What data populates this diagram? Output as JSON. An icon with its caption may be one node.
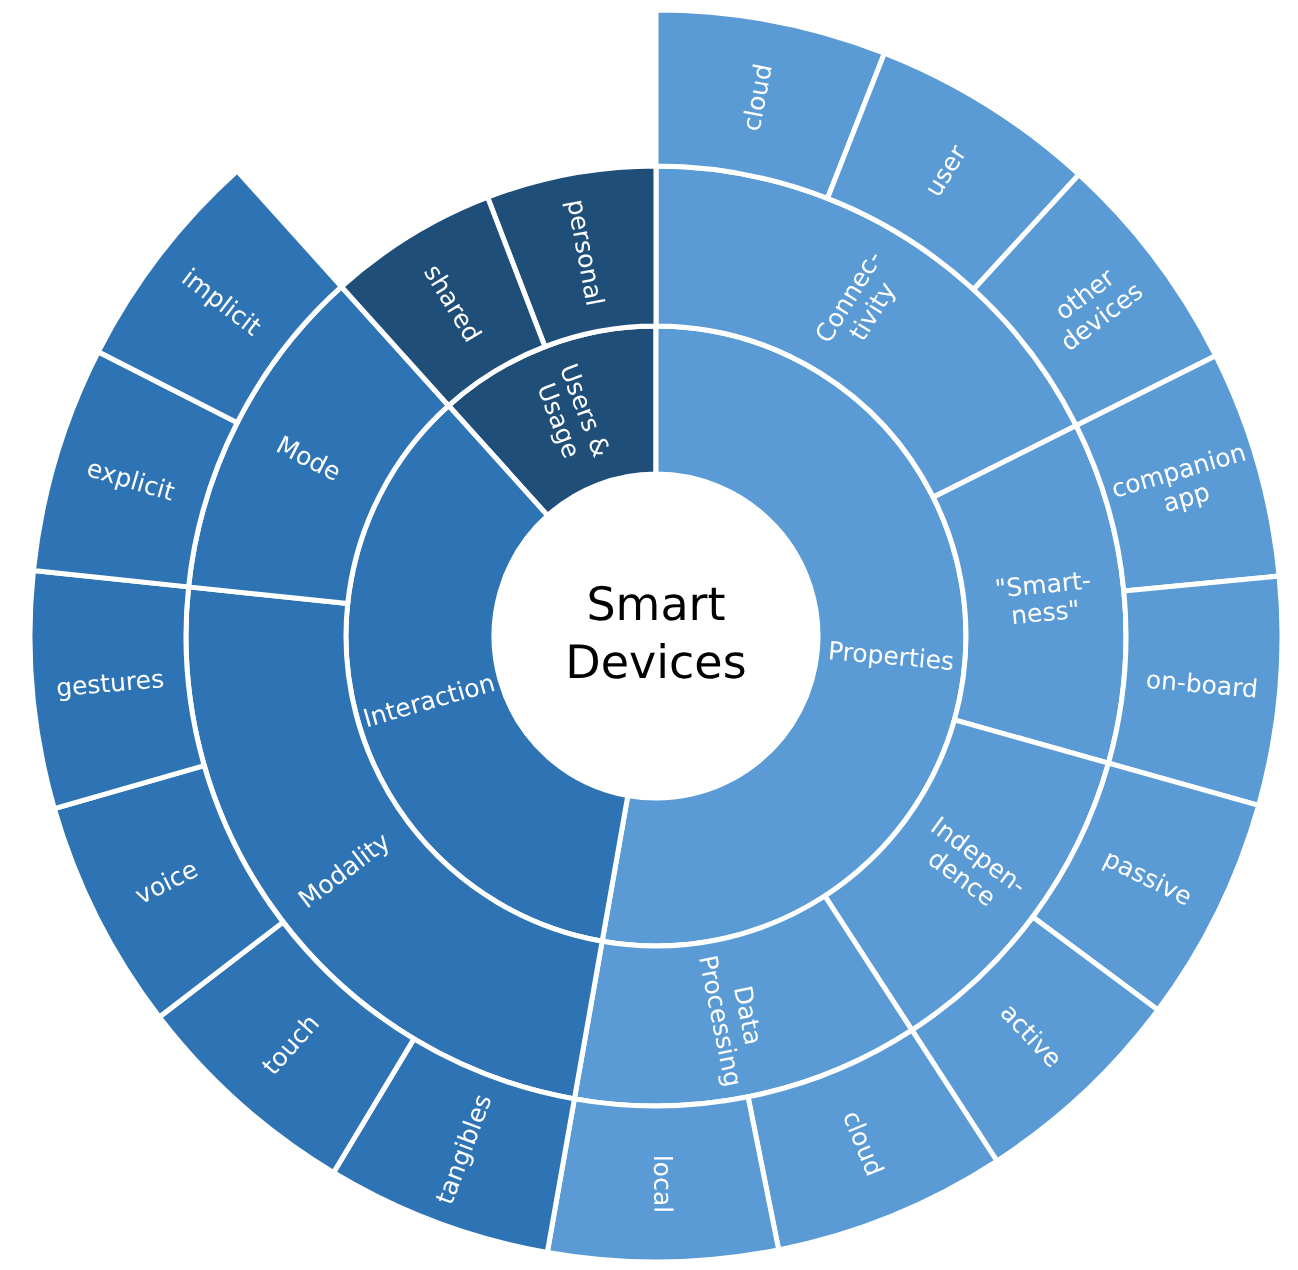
{
  "diagram": {
    "nodes": [
      {
        "text": [
          "Smart Devices"
        ]
      },
      {
        "text": [
          "Users & Usage"
        ]
      },
      {
        "text": [
          "Properties"
        ]
      },
      {
        "text": [
          "Interaction"
        ]
      },
      {
        "text": [
          "Connec- tivity"
        ]
      },
      {
        "text": [
          "\"Smart- ness\""
        ]
      },
      {
        "text": [
          "Indepen- dence"
        ]
      },
      {
        "text": [
          "Data Processing"
        ]
      },
      {
        "text": [
          "Modality"
        ]
      },
      {
        "text": [
          "Mode"
        ]
      },
      {
        "text": [
          "personal"
        ]
      },
      {
        "text": [
          "shared"
        ]
      },
      {
        "text": [
          "cloud"
        ]
      },
      {
        "text": [
          "user"
        ]
      },
      {
        "text": [
          "other devices"
        ]
      },
      {
        "text": [
          "companion app"
        ]
      },
      {
        "text": [
          "on-board"
        ]
      },
      {
        "text": [
          "passive"
        ]
      },
      {
        "text": [
          "active"
        ]
      },
      {
        "text": [
          "cloud"
        ]
      },
      {
        "text": [
          "local"
        ]
      },
      {
        "text": [
          "tangibles"
        ]
      },
      {
        "text": [
          "touch"
        ]
      },
      {
        "text": [
          "voice"
        ]
      },
      {
        "text": [
          "gestures"
        ]
      },
      {
        "text": [
          "explicit"
        ]
      },
      {
        "text": [
          "implicit"
        ]
      }
    ]
  }
}
